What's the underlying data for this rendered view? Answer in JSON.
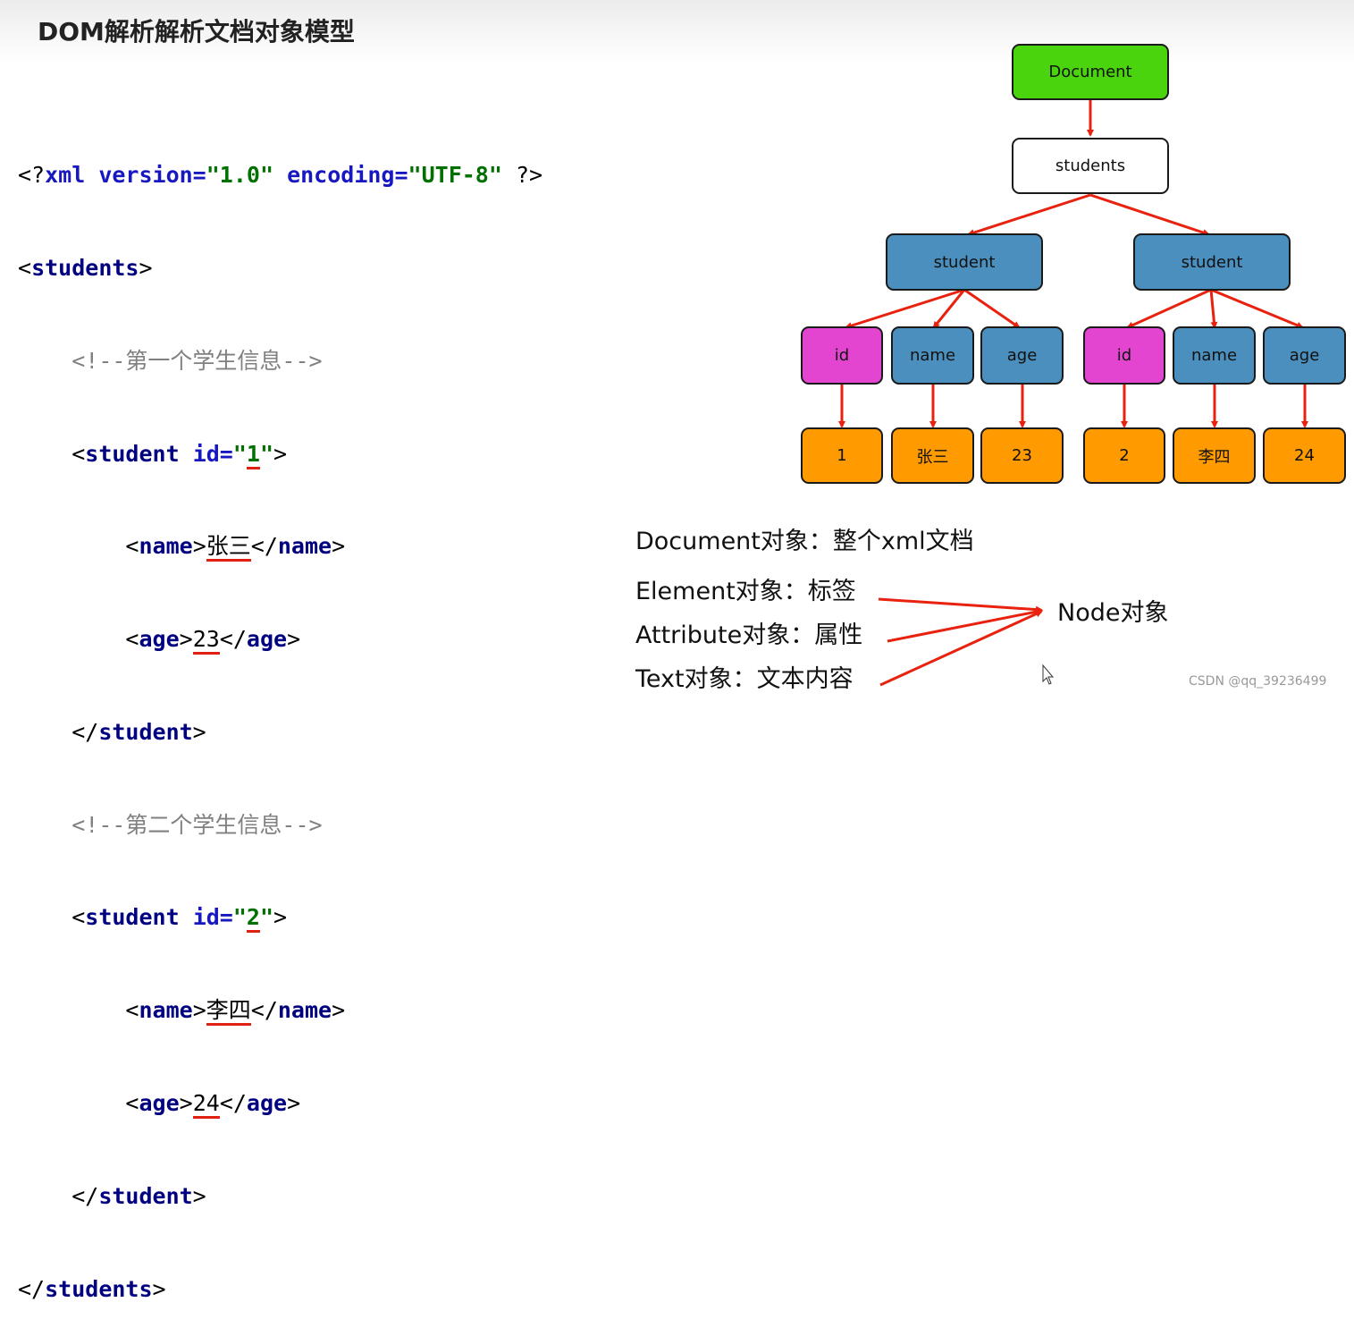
{
  "title": "DOM解析解析文档对象模型",
  "code": {
    "decl": {
      "open": "<?",
      "xml": "xml",
      "version_attr": "version=",
      "version_val": "\"1.0\"",
      "encoding_attr": "encoding=",
      "encoding_val": "\"UTF-8\"",
      "close": " ?>"
    },
    "root_open": "students",
    "comment1": "<!--第一个学生信息-->",
    "comment2": "<!--第二个学生信息-->",
    "student_tag": "student",
    "id_attr": "id=",
    "name_tag": "name",
    "age_tag": "age",
    "students": [
      {
        "id": "1",
        "name": "张三",
        "age": "23"
      },
      {
        "id": "2",
        "name": "李四",
        "age": "24"
      }
    ]
  },
  "tree": {
    "document": "Document",
    "root": "students",
    "elements": [
      "student",
      "student"
    ],
    "children": [
      {
        "attr": "id",
        "name": "name",
        "age": "age",
        "attr_val": "1",
        "name_val": "张三",
        "age_val": "23"
      },
      {
        "attr": "id",
        "name": "name",
        "age": "age",
        "attr_val": "2",
        "name_val": "李四",
        "age_val": "24"
      }
    ],
    "colors": {
      "document": "#4ad40e",
      "element": "#4a8fbd",
      "attribute": "#e445d0",
      "text": "#ff9a00",
      "arrow": "#e8220e"
    }
  },
  "legend": {
    "document": "Document对象：整个xml文档",
    "element": "Element对象：标签",
    "attribute": "Attribute对象：属性",
    "text": "Text对象：文本内容",
    "node": "Node对象"
  },
  "watermark": "CSDN @qq_39236499"
}
